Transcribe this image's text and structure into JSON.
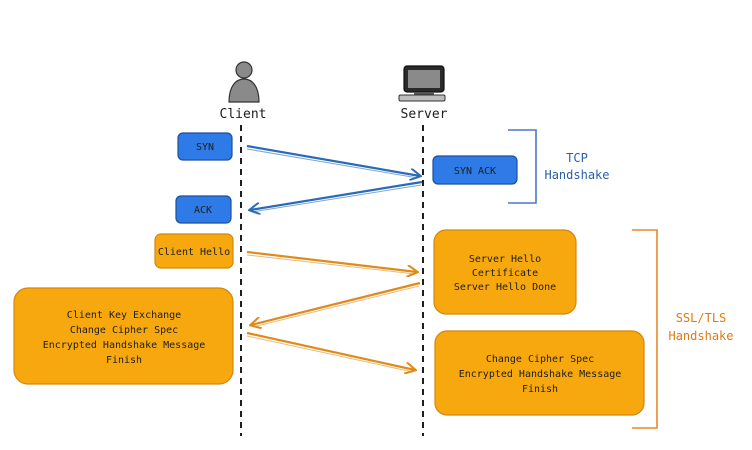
{
  "actors": {
    "client": "Client",
    "server": "Server"
  },
  "messages": {
    "syn": "SYN",
    "syn_ack": "SYN ACK",
    "ack": "ACK",
    "client_hello": "Client Hello",
    "server_hello": [
      "Server Hello",
      "Certificate",
      "Server Hello Done"
    ],
    "client_key": [
      "Client Key Exchange",
      "Change Cipher Spec",
      "Encrypted Handshake Message",
      "Finish"
    ],
    "server_finish": [
      "Change Cipher Spec",
      "Encrypted Handshake Message",
      "Finish"
    ]
  },
  "groups": {
    "tcp": [
      "TCP",
      "Handshake"
    ],
    "tls": [
      "SSL/TLS",
      "Handshake"
    ]
  },
  "colors": {
    "tcp_accent": "#2e7be8",
    "tls_accent": "#f7a80f"
  },
  "icons": {
    "client": "person-icon",
    "server": "computer-icon"
  }
}
